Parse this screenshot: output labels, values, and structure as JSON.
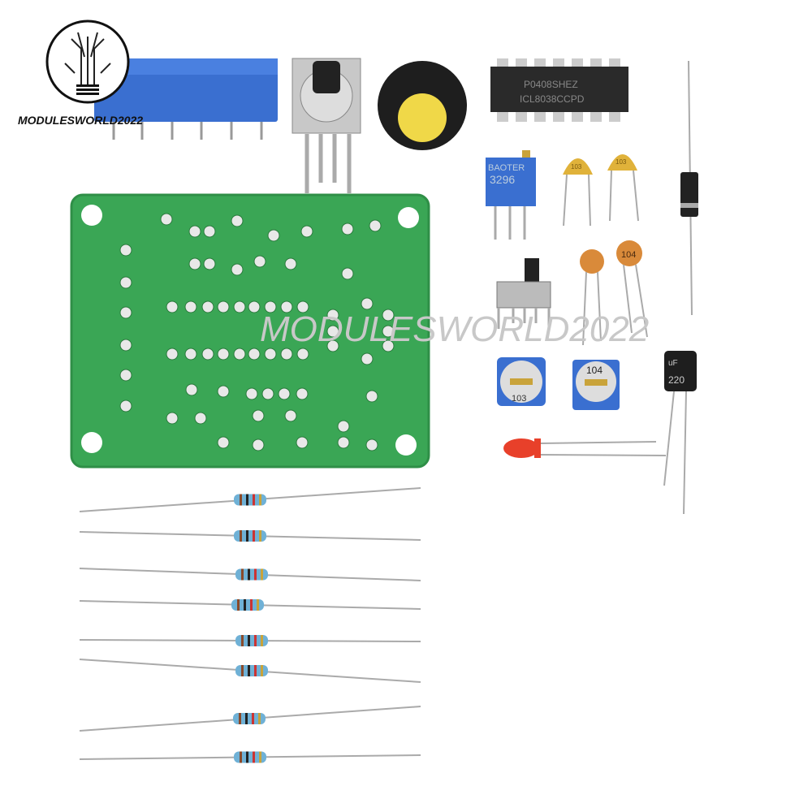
{
  "logo": {
    "text": "MODULESWORLD2022",
    "icon": "circuit-tree-bulb-icon"
  },
  "watermark": "MODULESWORLD2022",
  "ic_chip": {
    "line1": "ICL8038CCPD",
    "line2": "P0408SHEZ"
  },
  "trimmer_3296": {
    "brand": "BAOTER",
    "model": "3296"
  },
  "ceramic_capacitors": [
    "103",
    "103",
    "104"
  ],
  "small_trimmers": [
    "103",
    "104"
  ],
  "electrolytic_capacitor": {
    "value": "220",
    "unit": "uF"
  },
  "colors": {
    "pcb": "#3aa655",
    "pcb_edge": "#2f8f47",
    "pot_blue": "#3a6fd0",
    "capacitor_yellow": "#e0b23a",
    "capacitor_orange": "#d98a3a",
    "led_red": "#e8402a",
    "resistor_body": "#6fb1d6"
  },
  "resistor_count": 8
}
